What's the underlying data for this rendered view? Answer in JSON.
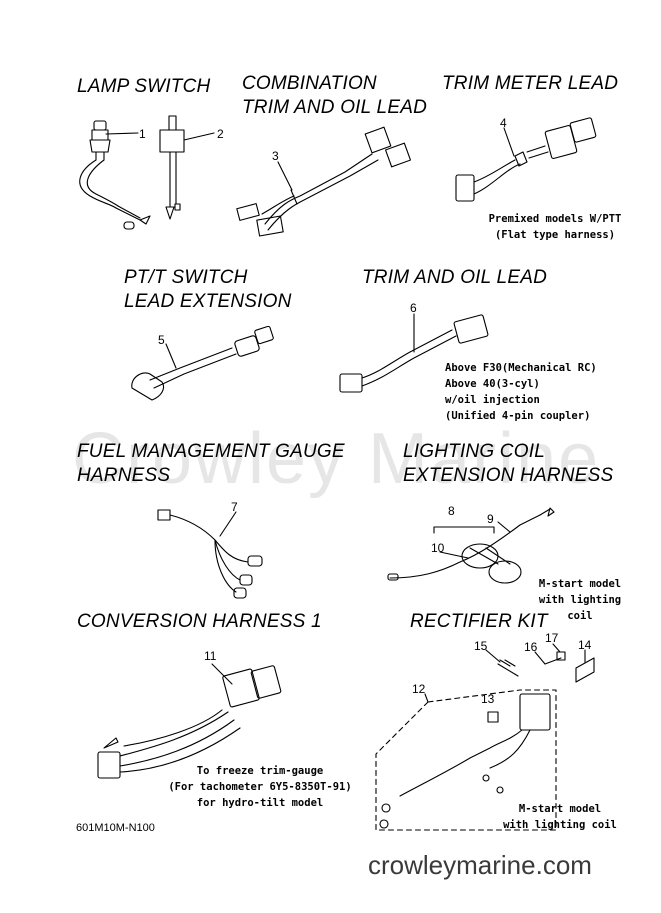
{
  "watermark": "Crowley Marine",
  "sections": {
    "lamp_switch": {
      "title": "LAMP SWITCH"
    },
    "combination": {
      "title_line1": "COMBINATION",
      "title_line2": "TRIM AND OIL LEAD"
    },
    "trim_meter": {
      "title": "TRIM METER LEAD",
      "note_line1": "Premixed models W/PTT",
      "note_line2": "(Flat type harness)"
    },
    "ptt_switch": {
      "title_line1": "PT/T SWITCH",
      "title_line2": "LEAD EXTENSION"
    },
    "trim_oil": {
      "title": "TRIM AND OIL LEAD",
      "note_lines": [
        "Above F30(Mechanical RC)",
        "Above 40(3-cyl)",
        "w/oil injection",
        "(Unified 4-pin coupler)"
      ]
    },
    "fuel_mgmt": {
      "title_line1": "FUEL MANAGEMENT GAUGE",
      "title_line2": "HARNESS"
    },
    "lighting_coil": {
      "title_line1": "LIGHTING COIL",
      "title_line2": "EXTENSION HARNESS",
      "note_line1": "M-start model",
      "note_line2": "with lighting coil"
    },
    "conversion": {
      "title": "CONVERSION HARNESS 1",
      "note_line1": "To freeze trim-gauge",
      "note_line2": "(For tachometer 6Y5-8350T-91)",
      "note_line3": "for hydro-tilt model"
    },
    "rectifier": {
      "title": "RECTIFIER KIT",
      "note_line1": "M-start model",
      "note_line2": "with lighting coil"
    }
  },
  "callouts": {
    "c1": "1",
    "c2": "2",
    "c3": "3",
    "c4": "4",
    "c5": "5",
    "c6": "6",
    "c7": "7",
    "c8": "8",
    "c9": "9",
    "c10": "10",
    "c11": "11",
    "c12": "12",
    "c13": "13",
    "c14": "14",
    "c15": "15",
    "c16": "16",
    "c17": "17"
  },
  "doc_number": "601M10M-N100",
  "footer": "crowleymarine.com"
}
